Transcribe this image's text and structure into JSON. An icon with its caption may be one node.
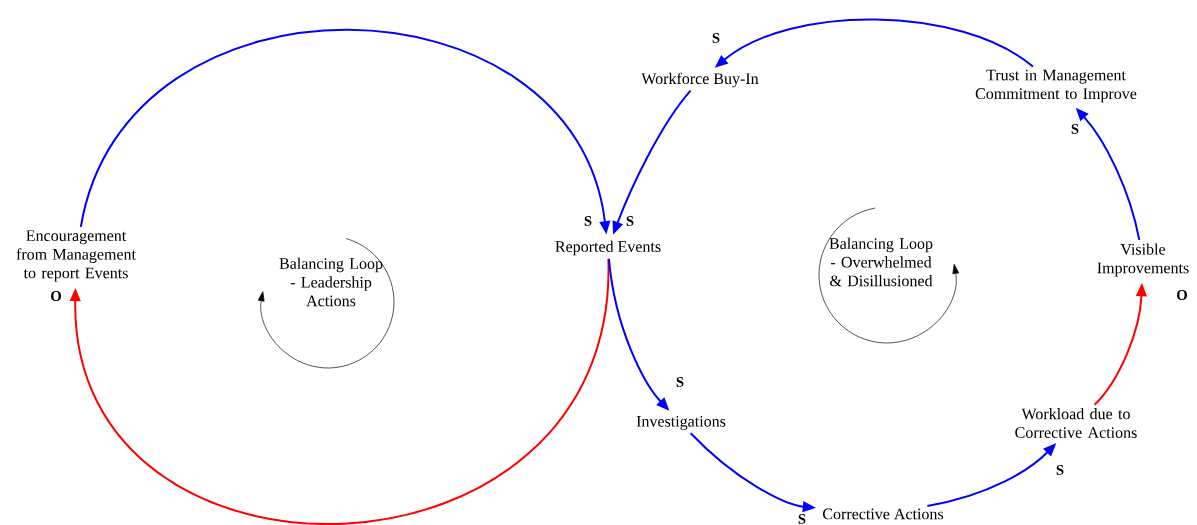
{
  "diagram": {
    "nodes": [
      {
        "text": [
          "Encouragement from Management to report Events"
        ]
      },
      {
        "text": [
          "Reported Events"
        ]
      },
      {
        "text": [
          "Workforce Buy-In"
        ]
      },
      {
        "text": [
          "Trust in Management Commitment to Improve"
        ]
      },
      {
        "text": [
          "Visible Improvements"
        ]
      },
      {
        "text": [
          "Workload due to Corrective Actions"
        ]
      },
      {
        "text": [
          "Corrective Actions"
        ]
      },
      {
        "text": [
          "Investigations"
        ]
      }
    ],
    "edges": [
      {
        "from": 0,
        "to": 1,
        "arrow": "to",
        "label": "S"
      },
      {
        "from": 2,
        "to": 1,
        "arrow": "to",
        "label": "S"
      },
      {
        "from": 1,
        "to": 0,
        "arrow": "to",
        "label": "O",
        "color": "#ff0000"
      },
      {
        "from": 1,
        "to": 7,
        "arrow": "to",
        "label": "S"
      },
      {
        "from": 7,
        "to": 6,
        "arrow": "to",
        "label": "S"
      },
      {
        "from": 6,
        "to": 5,
        "arrow": "to",
        "label": "S"
      },
      {
        "from": 5,
        "to": 4,
        "arrow": "to",
        "label": "O",
        "color": "#ff0000"
      },
      {
        "from": 4,
        "to": 3,
        "arrow": "to",
        "label": "S"
      },
      {
        "from": 3,
        "to": 2,
        "arrow": "to",
        "label": "S"
      }
    ],
    "labels": [
      "Balancing Loop - Leadership Actions",
      "Balancing Loop - Overwhelmed & Disillusioned"
    ]
  }
}
